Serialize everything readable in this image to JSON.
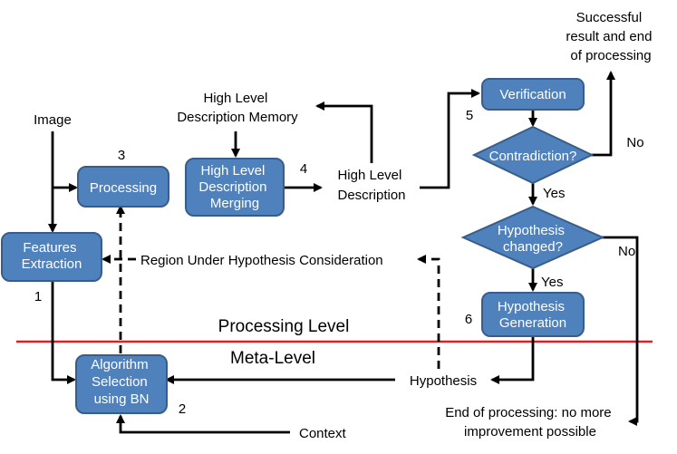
{
  "colors": {
    "node_fill": "#4f81bd",
    "node_stroke": "#385d8a",
    "node_text": "#ffffff",
    "arrow": "#000000",
    "level_divider": "#e02020"
  },
  "nodes": {
    "features": {
      "lines": [
        "Features",
        "Extraction"
      ]
    },
    "processing": {
      "lines": [
        "Processing"
      ]
    },
    "merging": {
      "lines": [
        "High Level",
        "Description",
        "Merging"
      ]
    },
    "verification": {
      "lines": [
        "Verification"
      ]
    },
    "contradiction": {
      "lines": [
        "Contradiction?"
      ]
    },
    "changed": {
      "lines": [
        "Hypothesis",
        "changed?"
      ]
    },
    "generation": {
      "lines": [
        "Hypothesis",
        "Generation"
      ]
    },
    "algorithm": {
      "lines": [
        "Algorithm",
        "Selection",
        "using BN"
      ]
    }
  },
  "labels": {
    "image": {
      "lines": [
        "Image"
      ]
    },
    "memory": {
      "lines": [
        "High Level",
        "Description Memory"
      ]
    },
    "description": {
      "lines": [
        "High Level",
        "Description"
      ]
    },
    "success": {
      "lines": [
        "Successful",
        "result and end",
        "of processing"
      ]
    },
    "region": {
      "lines": [
        "Region Under Hypothesis Consideration"
      ]
    },
    "hypothesis": {
      "lines": [
        "Hypothesis"
      ]
    },
    "context": {
      "lines": [
        "Context"
      ]
    },
    "end_no_improvement": {
      "lines": [
        "End of processing: no more",
        "improvement possible"
      ]
    },
    "no_contradiction": {
      "lines": [
        "No"
      ]
    },
    "yes_contradiction": {
      "lines": [
        "Yes"
      ]
    },
    "no_changed": {
      "lines": [
        "No"
      ]
    },
    "yes_changed": {
      "lines": [
        "Yes"
      ]
    },
    "processing_level": {
      "lines": [
        "Processing Level"
      ]
    },
    "meta_level": {
      "lines": [
        "Meta-Level"
      ]
    }
  },
  "steps": {
    "s1": "1",
    "s2": "2",
    "s3": "3",
    "s4": "4",
    "s5": "5",
    "s6": "6"
  }
}
